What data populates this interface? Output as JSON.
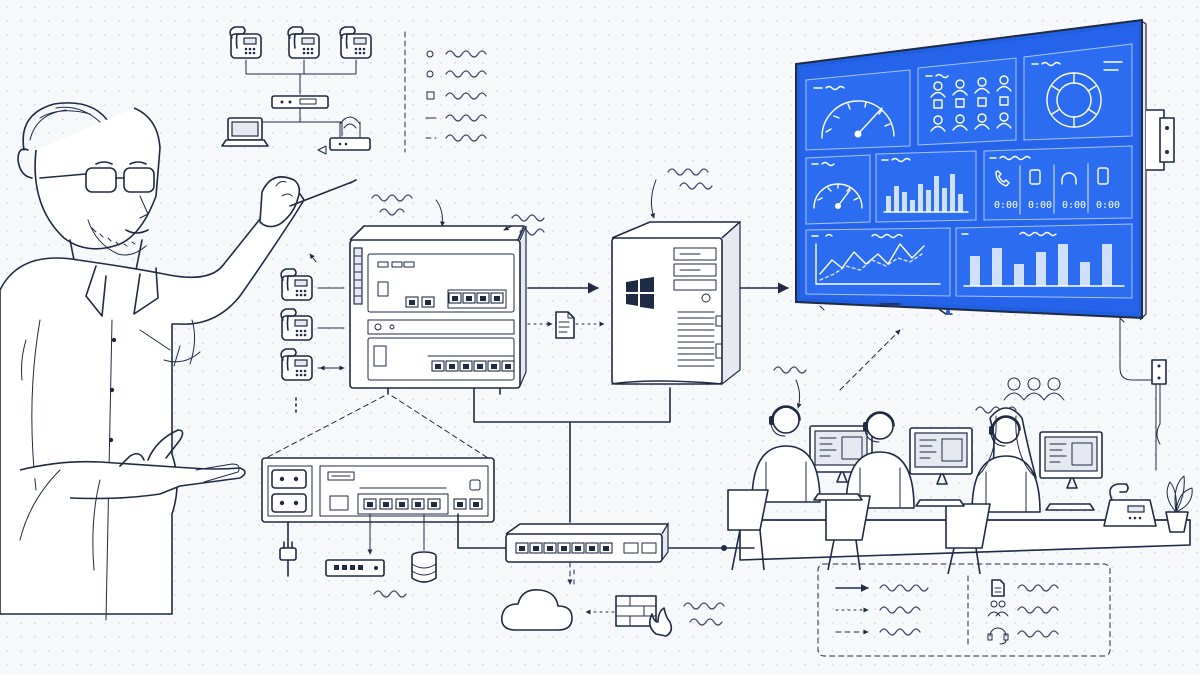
{
  "dashboard": {
    "agent_timers": [
      "0:00",
      "0:00",
      "0:00",
      "0:00"
    ]
  },
  "colors": {
    "ink": "#1f2a44",
    "screen_blue": "#1f5fe0",
    "panel_blue": "#2c6cf0",
    "paper": "#f7f8fa"
  },
  "icons": [
    "desk-phone-icon",
    "router-icon",
    "laptop-icon",
    "wifi-router-icon",
    "pbx-server-icon",
    "windows-pc-icon",
    "document-icon",
    "wall-display-icon",
    "network-switch-icon",
    "cloud-icon",
    "firewall-icon",
    "database-icon",
    "power-plug-icon",
    "headset-icon",
    "people-group-icon",
    "plant-icon"
  ]
}
